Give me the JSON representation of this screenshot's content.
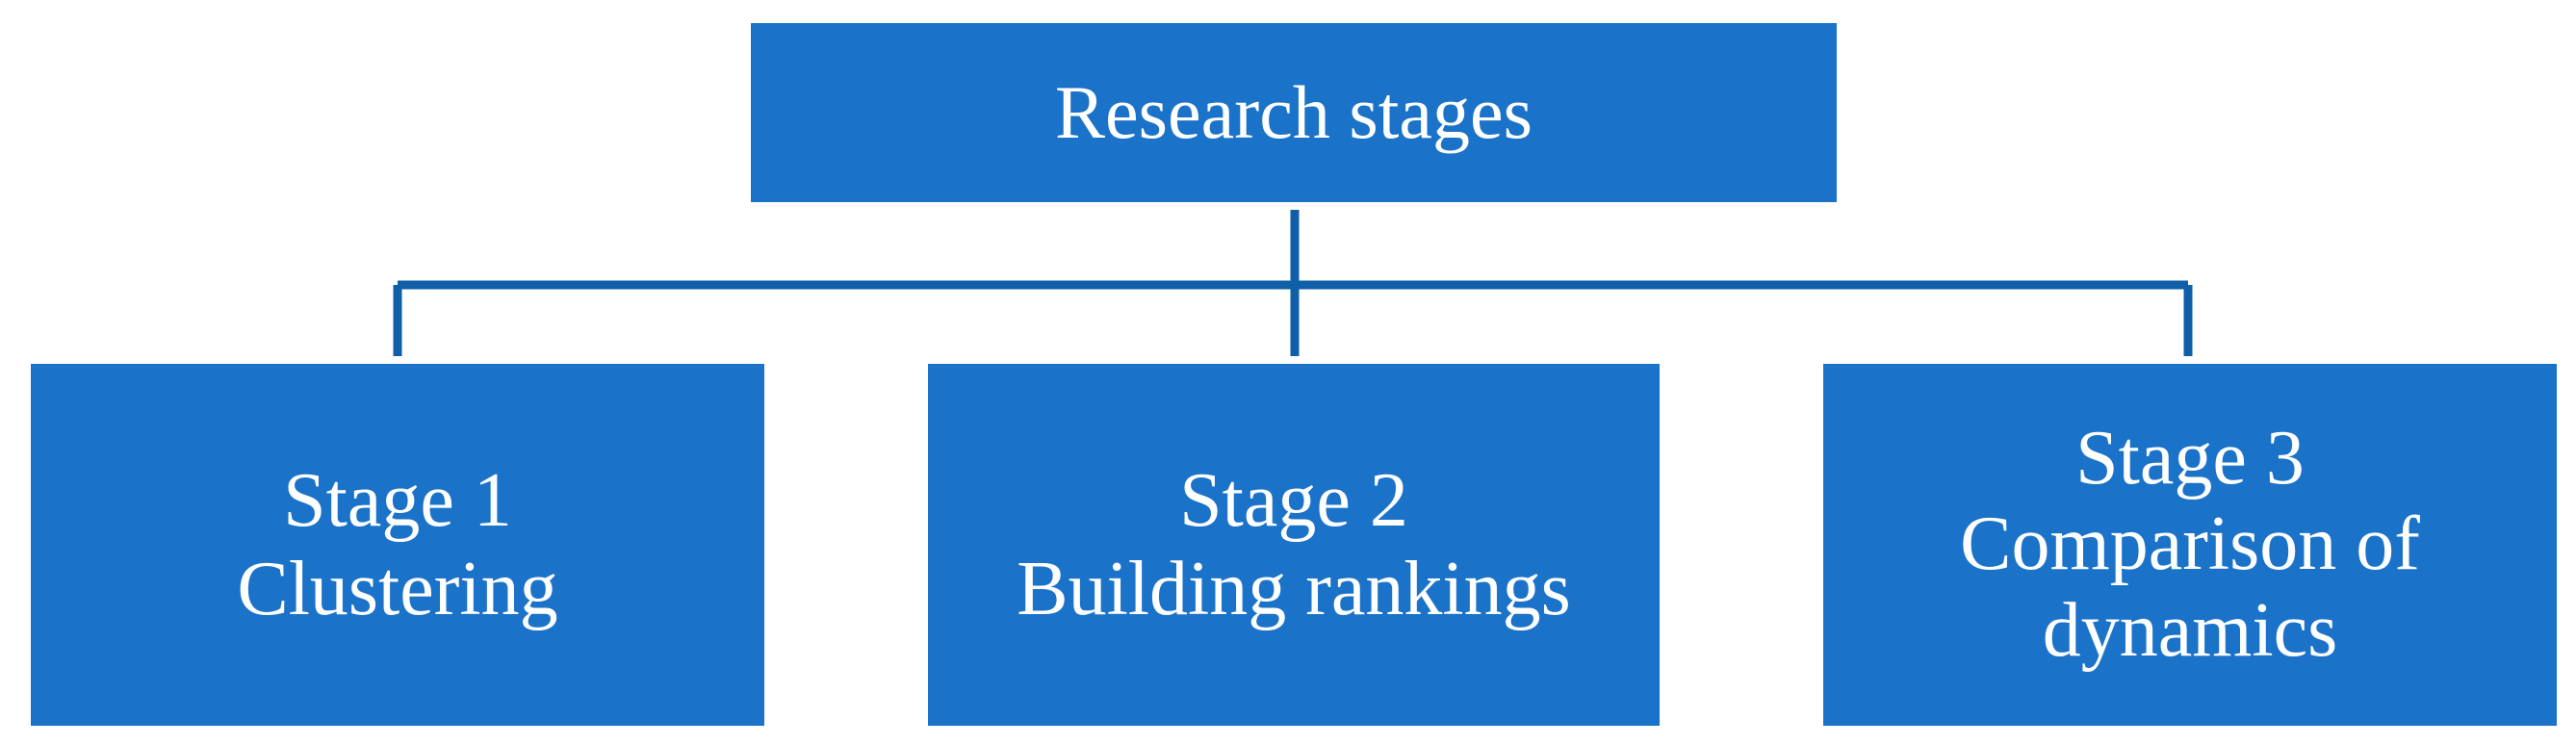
{
  "diagram": {
    "root": {
      "label": "Research stages"
    },
    "stages": [
      {
        "lines": [
          "Stage 1",
          "Clustering"
        ]
      },
      {
        "lines": [
          "Stage 2",
          "Building rankings"
        ]
      },
      {
        "lines": [
          "Stage 3",
          "Comparison of",
          "dynamics"
        ]
      }
    ],
    "colors": {
      "box_fill": "#1b73c9",
      "connector": "#0f5ea8",
      "text": "#ffffff"
    }
  }
}
